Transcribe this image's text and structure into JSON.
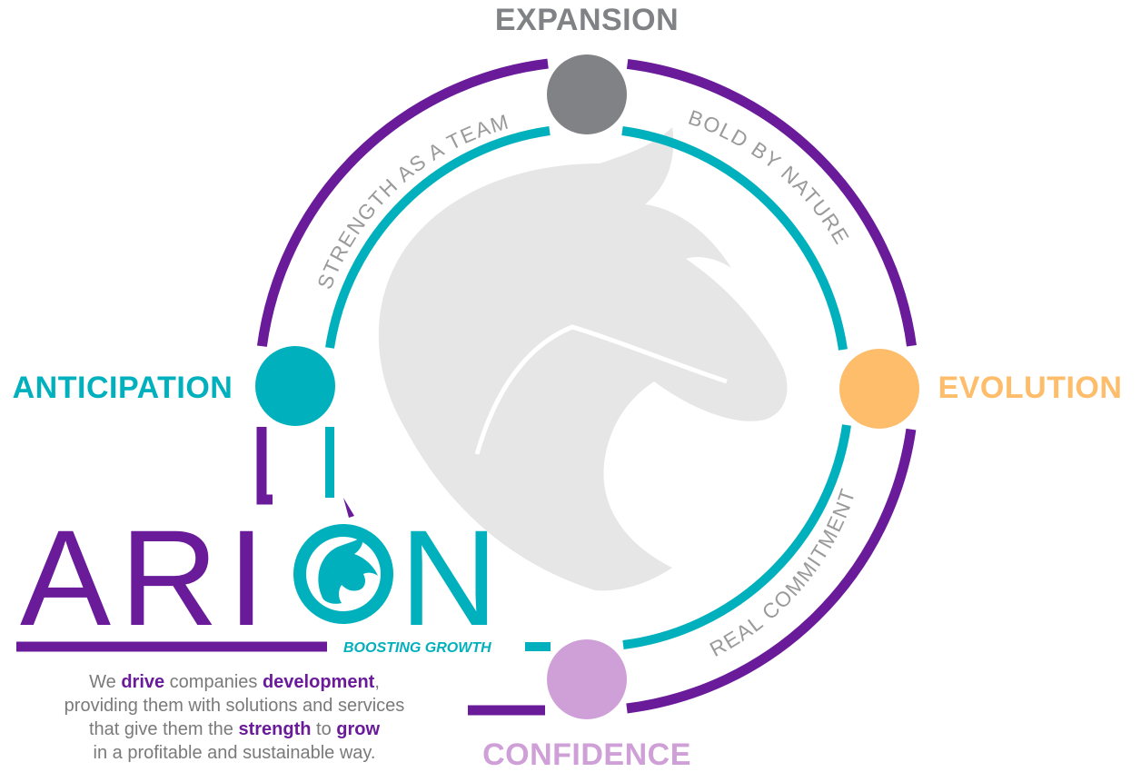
{
  "nodes": {
    "top": {
      "label": "EXPANSION",
      "color": "#808285"
    },
    "left": {
      "label": "ANTICIPATION",
      "color": "#00b1bd"
    },
    "right": {
      "label": "EVOLUTION",
      "color": "#fdbd6a"
    },
    "bottom": {
      "label": "CONFIDENCE",
      "color": "#cfa0d7"
    }
  },
  "arc_labels": {
    "top_left": "STRENGTH AS A TEAM",
    "top_right": "BOLD BY NATURE",
    "bottom_right": "REAL COMMITMENT"
  },
  "brand": {
    "name_part": "ARI",
    "o_letter": "O",
    "last_letter": "N",
    "tagline": "BOOSTING GROWTH"
  },
  "mission": {
    "p1": "We ",
    "b1": "drive",
    "p2": " companies ",
    "b2": "development",
    "p3": ",",
    "p4": "providing them with solutions and services",
    "p5": "that give them the ",
    "b3": "strength",
    "p6": " to ",
    "b4": "grow",
    "p7": "in a profitable and sustainable way."
  },
  "colors": {
    "outer_ring": "#6a1b9a",
    "inner_ring": "#00b1bd",
    "horse": "#e6e6e7",
    "arc_text": "#9a9a9a"
  }
}
